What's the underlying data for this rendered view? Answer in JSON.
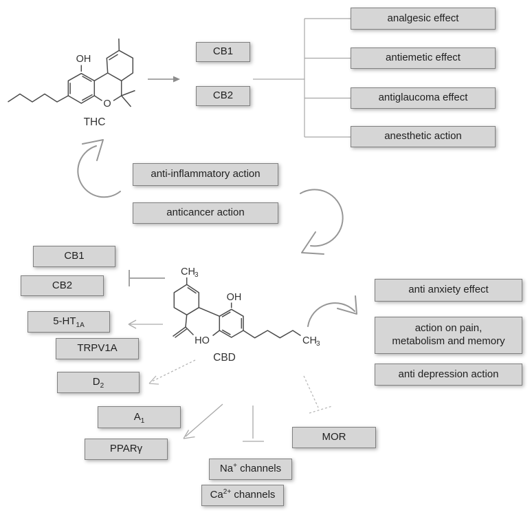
{
  "diagram": {
    "description": "Cannabinoid pharmacology diagram: THC and CBD chemical structures with receptor targets and therapeutic effects"
  },
  "molecules": {
    "thc": {
      "label": "THC",
      "oh": "OH",
      "o": "O"
    },
    "cbd": {
      "label": "CBD",
      "oh": "OH",
      "ho": "HO",
      "ch3_top_main": "CH",
      "ch3_top_sub": "3",
      "ch3_end_main": "CH",
      "ch3_end_sub": "3"
    }
  },
  "boxes": {
    "cb1_top": "CB1",
    "cb2_top": "CB2",
    "analgesic": "analgesic effect",
    "antiemetic": "antiemetic effect",
    "antiglaucoma": "antiglaucoma effect",
    "anesthetic": "anesthetic action",
    "anti_inflammatory": "anti-inflammatory action",
    "anticancer": "anticancer action",
    "cb1_left": "CB1",
    "cb2_left": "CB2",
    "ht5_main": "5-HT",
    "ht5_sub": "1A",
    "trpv1a": "TRPV1A",
    "d2_main": "D",
    "d2_sub": "2",
    "a1_main": "A",
    "a1_sub": "1",
    "ppar": "PPARγ",
    "anti_anxiety": "anti anxiety effect",
    "pain_memory": "action on pain,\nmetabolism and memory",
    "anti_depression": "anti depression action",
    "mor": "MOR",
    "na_main": "Na",
    "na_sup": "+",
    "na_rest": " channels",
    "ca_main": "Ca",
    "ca_sup": "2+",
    "ca_rest": " channels"
  },
  "symbols": {
    "straight_arrow": "straight-arrow",
    "curved_arrow": "curved-arrow",
    "blunt_t_bar": "inhibition-t-bar",
    "dashed_arrow": "dashed-arrow",
    "dashed_t_bar": "dashed-inhibition-t-bar",
    "bracket": "effects-bracket"
  },
  "colors": {
    "box_fill": "#d6d6d6",
    "box_border": "#7f7f7f",
    "thin_line": "#a6a6a6",
    "arrow": "#8c8c8c",
    "molecule_stroke": "#4a4a4a",
    "cbd_label": "#3a5276"
  }
}
